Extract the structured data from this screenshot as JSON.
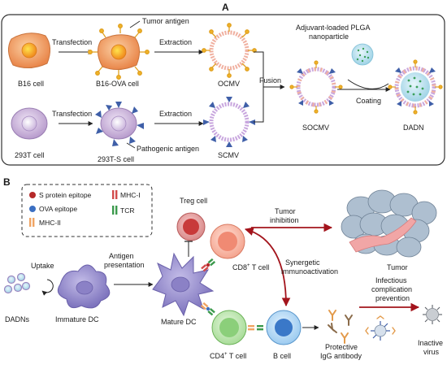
{
  "panel_a": {
    "letter": "A",
    "b16_cell": "B16 cell",
    "transfection_1": "Transfection",
    "tumor_antigen": "Tumor antigen",
    "b16_ova_cell": "B16-OVA cell",
    "extraction_1": "Extraction",
    "ocmv": "OCMV",
    "fusion": "Fusion",
    "adjuvant_1": "Adjuvant-loaded PLGA",
    "adjuvant_2": "nanoparticle",
    "coating": "Coating",
    "socmv": "SOCMV",
    "dadn": "DADN",
    "cell_293t": "293T cell",
    "transfection_2": "Transfection",
    "cell_293t_s": "293T-S cell",
    "pathogenic_antigen": "Pathogenic antigen",
    "extraction_2": "Extraction",
    "scmv": "SCMV"
  },
  "panel_b": {
    "letter": "B",
    "legend": {
      "s_protein": "S protein epitope",
      "ova": "OVA epitope",
      "mhc1": "MHC-I",
      "mhc2": "MHC-II",
      "tcr": "TCR"
    },
    "treg": "Treg cell",
    "tumor_inhibition_1": "Tumor",
    "tumor_inhibition_2": "inhibition",
    "tumor": "Tumor",
    "uptake": "Uptake",
    "antigen_pres_1": "Antigen",
    "antigen_pres_2": "presentation",
    "cd8_main": "CD8",
    "cd8_sup": "+",
    "cd8_rest": " T cell",
    "synergetic_1": "Synergetic",
    "synergetic_2": "immunoactivation",
    "dadns": "DADNs",
    "immature_dc": "Immature DC",
    "mature_dc": "Mature DC",
    "infectious_1": "Infectious",
    "infectious_2": "complication",
    "infectious_3": "prevention",
    "cd4_main": "CD4",
    "cd4_sup": "+",
    "cd4_rest": " T cell",
    "b_cell": "B cell",
    "protective_1": "Protective",
    "protective_2": "IgG antibody",
    "inactive_1": "Inactive",
    "inactive_2": "virus"
  },
  "colors": {
    "b16": "#f2a46b",
    "cell293t": "#cbb4dc",
    "tumor_antigen": "#f0b429",
    "pathogenic_antigen": "#3f5fa8",
    "dc": "#8f86c9",
    "treg": "#c83a3a",
    "cd8": "#f08a73",
    "cd4": "#8bcf7a",
    "b_cell": "#5fa5df",
    "tumor": "#aebfd0",
    "arrow_red": "#a3141c"
  }
}
